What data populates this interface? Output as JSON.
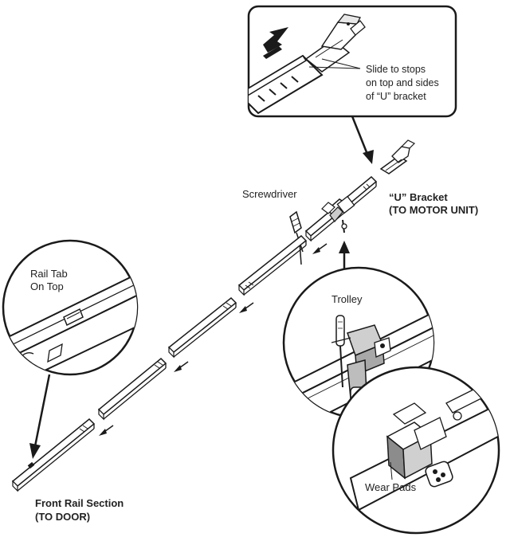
{
  "labels": {
    "detail_slide_line1": "Slide to stops",
    "detail_slide_line2": "on top and sides",
    "detail_slide_line3": "of “U” bracket",
    "screwdriver": "Screwdriver",
    "u_bracket_line1": "“U” Bracket",
    "u_bracket_line2": "(TO MOTOR UNIT)",
    "rail_tab_line1": "Rail Tab",
    "rail_tab_line2": "On Top",
    "trolley": "Trolley",
    "wear_pads": "Wear Pads",
    "front_rail_line1": "Front Rail Section",
    "front_rail_line2": "(TO DOOR)"
  },
  "colors": {
    "line": "#1a1a1a",
    "fill": "#ffffff",
    "shade": "#9a9a9a",
    "dark": "#3a3a3a"
  }
}
